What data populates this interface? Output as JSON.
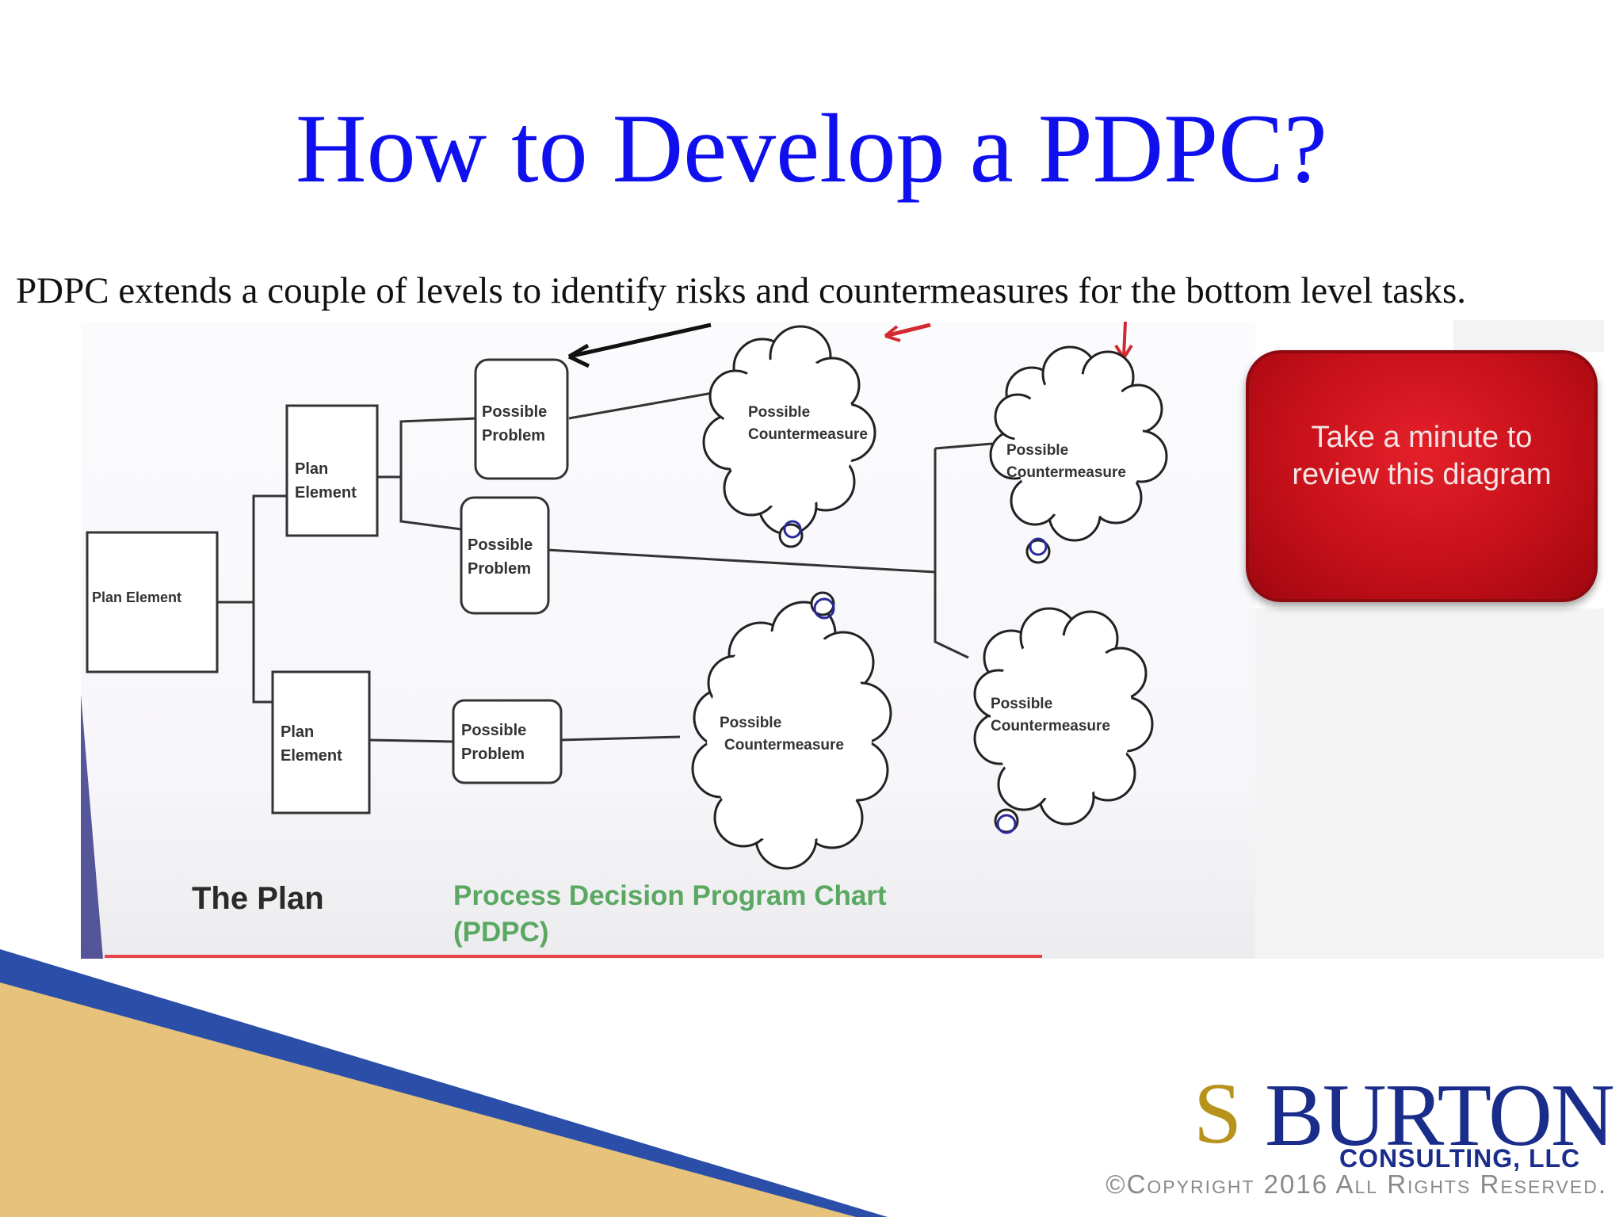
{
  "slide": {
    "title": "How to Develop a PDPC?",
    "subtitle": "PDPC extends a couple of levels to identify risks and countermeasures for the bottom level tasks."
  },
  "diagram": {
    "root": "Plan Element",
    "plan_element_1": [
      "Plan",
      "Element"
    ],
    "plan_element_2": [
      "Plan",
      "Element"
    ],
    "problem_1": [
      "Possible",
      "Problem"
    ],
    "problem_2": [
      "Possible",
      "Problem"
    ],
    "problem_3": [
      "Possible",
      "Problem"
    ],
    "countermeasure_1": [
      "Possible",
      "Countermeasure"
    ],
    "countermeasure_2": [
      "Possible",
      "Countermeasure"
    ],
    "countermeasure_3": [
      "Possible",
      "Countermeasure"
    ],
    "countermeasure_4": [
      "Possible",
      "Countermeasure"
    ],
    "footer_label": "The Plan",
    "chart_caption": [
      "Process Decision Program Chart",
      "(PDPC)"
    ]
  },
  "callout": {
    "text": "Take a minute to review this diagram",
    "color": "#c6101a"
  },
  "logo": {
    "mark": "S",
    "name": "BURTON",
    "sub": "CONSULTING, LLC"
  },
  "copyright": "©Copyright 2016 All Rights Reserved.",
  "colors": {
    "title": "#1010ee",
    "swoosh_blue": "#2b4fa8",
    "swoosh_gold": "#e6c27a",
    "caption_green": "#5aa862"
  }
}
